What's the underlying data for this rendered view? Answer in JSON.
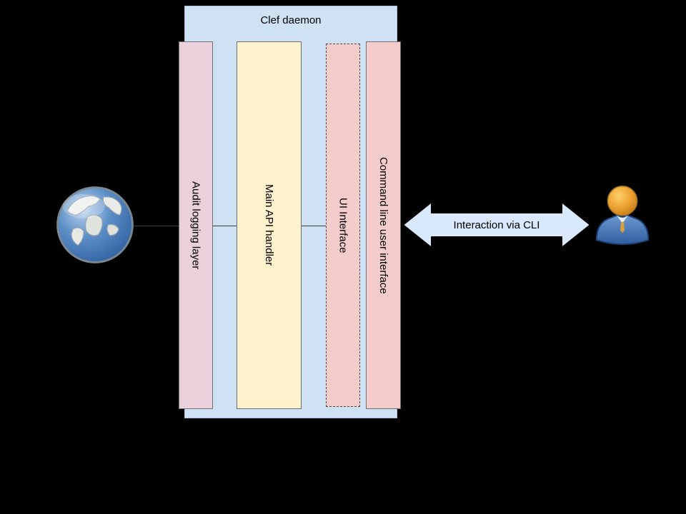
{
  "diagram": {
    "background": "#000000",
    "container": {
      "label": "Clef daemon",
      "fill": "#cfe2f3"
    },
    "columns": [
      {
        "label": "Audit logging layer",
        "fill": "#ead1dc",
        "border": "solid"
      },
      {
        "label": "Main API handler",
        "fill": "#fff2cc",
        "border": "solid"
      },
      {
        "label": "UI Interface",
        "fill": "#f4cccc",
        "border": "dashed"
      },
      {
        "label": "Command line user interface",
        "fill": "#f4cccc",
        "border": "solid"
      }
    ],
    "arrow": {
      "label": "Interaction via CLI",
      "fill": "#dae8fc",
      "direction": "double-headed"
    },
    "icons": [
      {
        "name": "globe-icon"
      },
      {
        "name": "user-icon"
      }
    ]
  }
}
